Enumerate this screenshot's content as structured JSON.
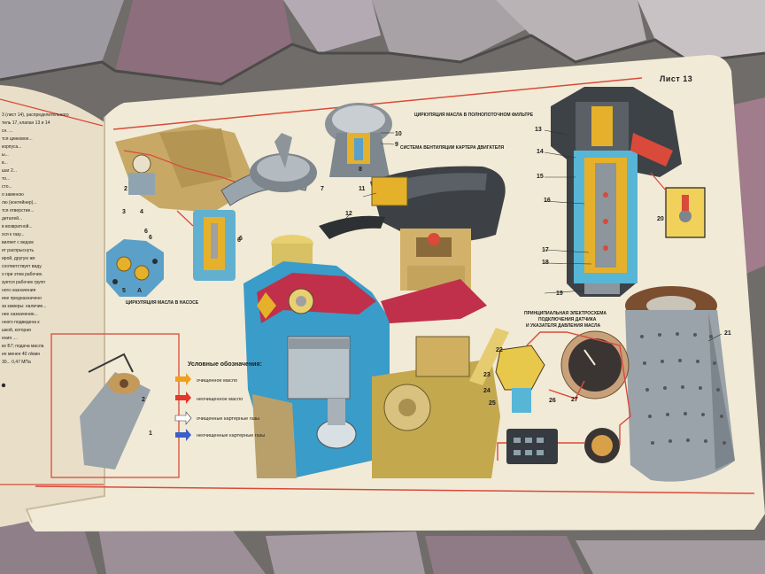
{
  "sheet": {
    "label": "Лист 13"
  },
  "captions": {
    "full_flow_filter": "ЦИРКУЛЯЦИЯ МАСЛА В ПОЛНОПОТОЧНОМ ФИЛЬТРЕ",
    "crankcase_ventilation": "СИСТЕМА ВЕНТИЛЯЦИИ КАРТЕРА ДВИГАТЕЛЯ",
    "pump_circulation": "ЦИРКУЛЯЦИЯ МАСЛА В НАСОСЕ",
    "wiring_line1": "ПРИНЦИПИАЛЬНАЯ ЭЛЕКТРОСХЕМА",
    "wiring_line2": "ПОДКЛЮЧЕНИЯ ДАТЧИКА",
    "wiring_line3": "И УКАЗАТЕЛЯ ДАВЛЕНИЯ МАСЛА"
  },
  "legend": {
    "title": "Условные обозначения:",
    "items": [
      {
        "label": "очищенное масло",
        "color": "#f0a020"
      },
      {
        "label": "неочищенное масло",
        "color": "#e03a2a"
      },
      {
        "label": "очищенные картерные газы",
        "color": "#ffffff"
      },
      {
        "label": "неочищенные картерные газы",
        "color": "#3a5fc8"
      }
    ]
  },
  "left_page_lines": [
    "3 (лист 14), распределительного",
    "тель 17, клапан 13 и 14",
    "сн. ...",
    "тся цинковое...",
    "корпуса...",
    "ы...",
    "в...",
    "шаг 2...",
    "то...",
    "сто...",
    "о заменою ",
    "лю (контейнер)...",
    "тся отверстие...",
    "деталей...",
    "в возвратной...",
    "хся к газу...",
    "виляет с ведом",
    "ет распрыснуть",
    "ирой, другую же",
    "соответствует виду.",
    "о при этом рабочих.",
    "зуется рабочих групп",
    "ного назначения",
    "ине предназначено",
    "за камеры: наличие...",
    "нее назначение...",
    "нного подведена к",
    "шкой, которая",
    "ения ....",
    "ке Б7; подача масла",
    "ее менее 40 л/мин",
    "30... 0,47 МПа"
  ],
  "callouts": [
    "1",
    "2",
    "3",
    "4",
    "5",
    "6",
    "7",
    "8",
    "9",
    "10",
    "11",
    "12",
    "13",
    "14",
    "15",
    "16",
    "17",
    "18",
    "19",
    "20",
    "21",
    "22",
    "23",
    "24",
    "25",
    "26",
    "27",
    "А"
  ]
}
